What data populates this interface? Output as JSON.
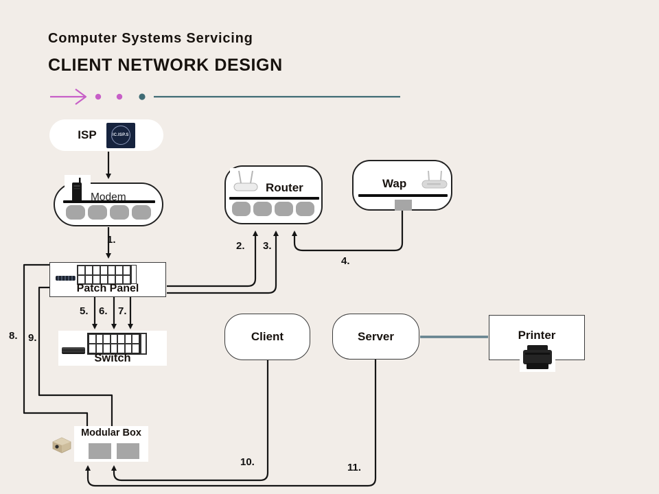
{
  "header": {
    "subtitle": "Computer Systems Servicing",
    "title": "CLIENT NETWORK DESIGN"
  },
  "colors": {
    "background": "#f2ede8",
    "accent_pink": "#c75fc7",
    "accent_teal": "#3f6b74",
    "line_black": "#151515",
    "port_gray": "#a6a6a6",
    "server_printer_link": "#64828e",
    "isp_logo_bg": "#16233e",
    "modular_box_beige": "#cdbd9c"
  },
  "nodes": {
    "isp": {
      "label": "ISP",
      "logo_text": "IC.ISP.S"
    },
    "modem": {
      "label": "Modem",
      "ports": 4
    },
    "router": {
      "label": "Router",
      "ports": 4
    },
    "wap": {
      "label": "Wap",
      "ports": 1
    },
    "patch_panel": {
      "label": "Patch Panel",
      "grid": "7x2"
    },
    "switch": {
      "label": "Switch",
      "grid": "7x2"
    },
    "client": {
      "label": "Client"
    },
    "server": {
      "label": "Server"
    },
    "printer": {
      "label": "Printer"
    },
    "modular_box": {
      "label": "Modular Box",
      "ports": 2
    }
  },
  "connection_labels": [
    {
      "text": "1."
    },
    {
      "text": "2."
    },
    {
      "text": "3."
    },
    {
      "text": "4."
    },
    {
      "text": "5."
    },
    {
      "text": "6."
    },
    {
      "text": "7."
    },
    {
      "text": "8."
    },
    {
      "text": "9."
    },
    {
      "text": "10."
    },
    {
      "text": "11."
    }
  ]
}
